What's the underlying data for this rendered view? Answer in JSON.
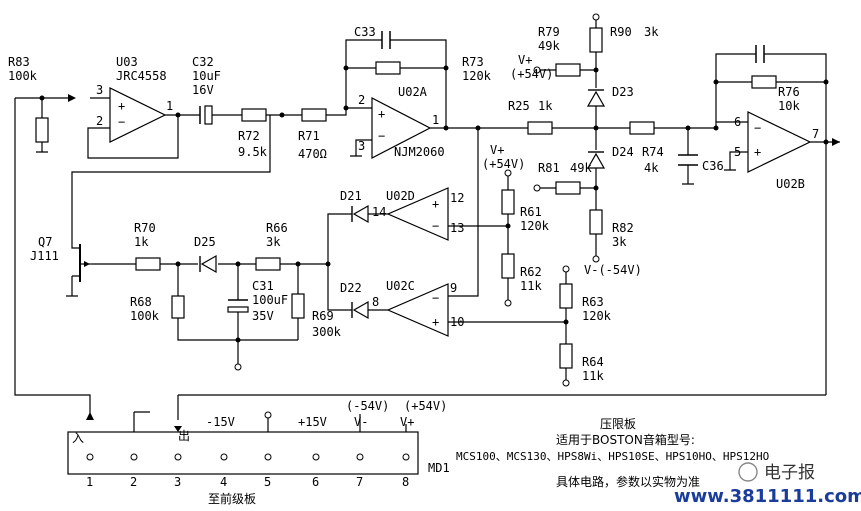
{
  "components": {
    "R83": {
      "ref": "R83",
      "value": "100k"
    },
    "U03": {
      "ref": "U03",
      "value": "JRC4558"
    },
    "C32": {
      "ref": "C32",
      "value": "10uF",
      "rating": "16V"
    },
    "R72": {
      "ref": "R72",
      "value": "9.5k"
    },
    "R71": {
      "ref": "R71",
      "value": "470Ω"
    },
    "C33": {
      "ref": "C33"
    },
    "R73": {
      "ref": "R73",
      "value": "120k"
    },
    "U02A": {
      "ref": "U02A",
      "value": "NJM2060"
    },
    "R79": {
      "ref": "R79",
      "value": "49k"
    },
    "R90": {
      "ref": "R90",
      "value": "3k"
    },
    "D23": {
      "ref": "D23"
    },
    "R25": {
      "ref": "R25",
      "value": "1k"
    },
    "D24": {
      "ref": "D24"
    },
    "R74": {
      "ref": "R74",
      "value": "4k"
    },
    "R81": {
      "ref": "R81",
      "value": "49k"
    },
    "R82": {
      "ref": "R82",
      "value": "3k"
    },
    "C36": {
      "ref": "C36"
    },
    "R76": {
      "ref": "R76",
      "value": "10k"
    },
    "U02B": {
      "ref": "U02B"
    },
    "Q7": {
      "ref": "Q7",
      "value": "J111"
    },
    "R70": {
      "ref": "R70",
      "value": "1k"
    },
    "D25": {
      "ref": "D25"
    },
    "R66": {
      "ref": "R66",
      "value": "3k"
    },
    "R68": {
      "ref": "R68",
      "value": "100k"
    },
    "C31": {
      "ref": "C31",
      "value": "100uF",
      "rating": "35V"
    },
    "R69": {
      "ref": "R69",
      "value": "300k"
    },
    "D21": {
      "ref": "D21"
    },
    "U02D": {
      "ref": "U02D"
    },
    "D22": {
      "ref": "D22"
    },
    "U02C": {
      "ref": "U02C"
    },
    "R61": {
      "ref": "R61",
      "value": "120k"
    },
    "R62": {
      "ref": "R62",
      "value": "11k"
    },
    "R63": {
      "ref": "R63",
      "value": "120k"
    },
    "R64": {
      "ref": "R64",
      "value": "11k"
    }
  },
  "rails": {
    "vplus_top": "V+",
    "vplus_top_volt": "(+54V)",
    "vplus_mid": "V+",
    "vplus_mid_volt": "(+54V)",
    "vminus": "V-(-54V)"
  },
  "pins": {
    "u03_p3": "3",
    "u03_p2": "2",
    "u03_p1": "1",
    "u02a_p2": "2",
    "u02a_p3": "3",
    "u02a_p1": "1",
    "u02b_p6": "6",
    "u02b_p5": "5",
    "u02b_p7": "7",
    "u02d_p12": "12",
    "u02d_p13": "13",
    "u02d_p14": "14",
    "u02c_p9": "9",
    "u02c_p10": "10",
    "u02c_p8": "8",
    "plus": "+",
    "minus": "−"
  },
  "connector": {
    "ref": "MD1",
    "caption": "至前级板",
    "in_label": "入",
    "out_label": "出",
    "pins": [
      "1",
      "2",
      "3",
      "4",
      "5",
      "6",
      "7",
      "8"
    ],
    "labels": {
      "p4": "-15V",
      "p6": "+15V",
      "p7": "V-",
      "p7_volt": "(-54V)",
      "p8": "V+",
      "p8_volt": "(+54V)"
    }
  },
  "notes": {
    "title": "压限板",
    "applies": "适用于BOSTON音箱型号:",
    "models": "MCS100、MCS130、HPS8Wi、HPS10SE、HPS10HO、HPS12HO",
    "disclaimer": "具体电路，参数以实物为准"
  },
  "watermark": {
    "name": "电子报",
    "url": "www.3811111.com"
  }
}
